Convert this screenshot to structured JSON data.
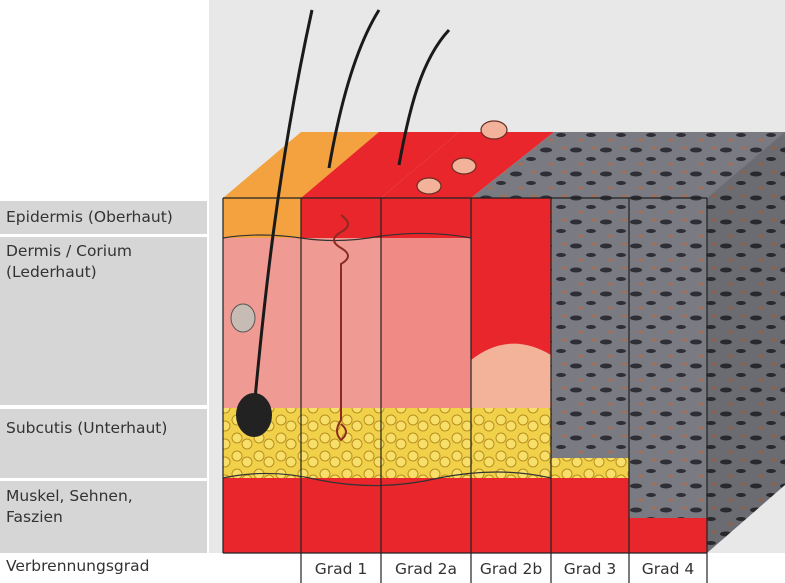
{
  "layers": {
    "epidermis": "Epidermis (Oberhaut)",
    "dermis_line1": "Dermis / Corium",
    "dermis_line2": "(Lederhaut)",
    "subcutis": "Subcutis (Unterhaut)",
    "muscle_line1": "Muskel, Sehnen,",
    "muscle_line2": "Faszien"
  },
  "footer_label": "Verbrennungsgrad",
  "grades": [
    "Grad 1",
    "Grad 2a",
    "Grad 2b",
    "Grad 3",
    "Grad 4"
  ],
  "colors": {
    "label_bg": "#d6d6d6",
    "illustration_bg": "#e8e8e8",
    "epidermis": "#f2a04a",
    "dermis": "#ef9a92",
    "burn_red": "#e8262c",
    "fat": "#f2d14a",
    "charred": "#6e6e76"
  }
}
